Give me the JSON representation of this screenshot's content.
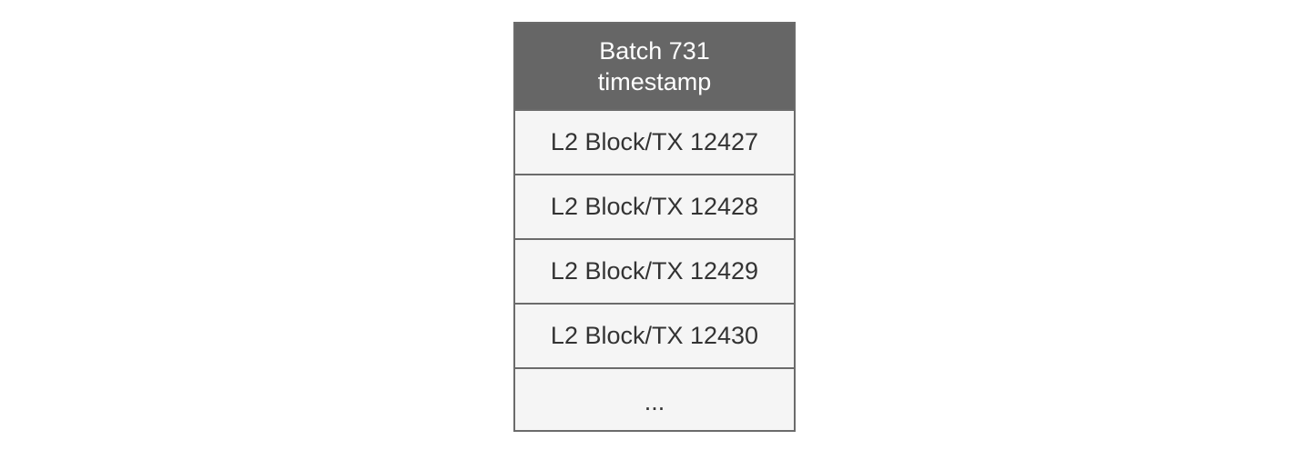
{
  "diagram": {
    "header": {
      "line1": "Batch 731",
      "line2": "timestamp"
    },
    "rows": [
      "L2 Block/TX 12427",
      "L2 Block/TX 12428",
      "L2 Block/TX 12429",
      "L2 Block/TX 12430",
      "..."
    ],
    "colors": {
      "header_fill": "#666666",
      "row_fill": "#f5f5f5",
      "border": "#6b6b6b",
      "header_text": "#ffffff",
      "row_text": "#333333"
    }
  }
}
